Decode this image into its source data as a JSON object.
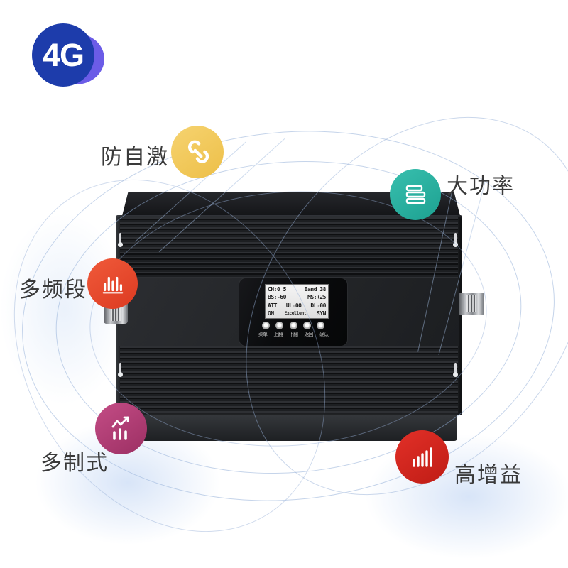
{
  "badge": {
    "text": "4G",
    "circle_color": "#1d3cab",
    "accent_color": "#6b5ce7"
  },
  "features": [
    {
      "label": "防自激",
      "icon": "wrench-icon",
      "color": "#f3ca5f"
    },
    {
      "label": "大功率",
      "icon": "power-bars-icon",
      "color": "#29b2a2"
    },
    {
      "label": "多频段",
      "icon": "bar-chart-icon",
      "color": "#e84a31"
    },
    {
      "label": "多制式",
      "icon": "trend-chart-icon",
      "color": "#b23a77"
    },
    {
      "label": "高增益",
      "icon": "signal-bars-icon",
      "color": "#d2241c"
    }
  ],
  "device": {
    "lcd": {
      "rows": [
        [
          "CH:0 5",
          "Band 38"
        ],
        [
          "BS:-60",
          "MS:+25"
        ],
        [
          "ATT",
          "UL:00",
          "DL:00"
        ],
        [
          "ON",
          "Excellent",
          "SYN"
        ]
      ]
    },
    "buttons": [
      "菜单",
      "上翻",
      "下翻",
      "返回",
      "确认"
    ]
  },
  "decor": {
    "arc_color": "#96b0d8"
  }
}
